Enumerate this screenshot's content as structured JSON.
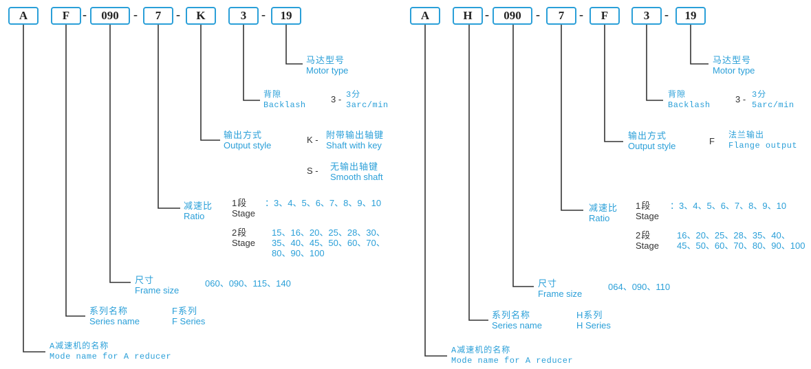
{
  "left": {
    "codes": [
      "A",
      "F",
      "090",
      "7",
      "K",
      "3",
      "19"
    ],
    "dash": "-",
    "motor": {
      "zh": "马达型号",
      "en": "Motor type"
    },
    "backlash": {
      "zh": "背隙",
      "en": "Backlash",
      "code": "3 -",
      "value_zh": "3分",
      "value_en": "3arc/min"
    },
    "output": {
      "zh": "输出方式",
      "en": "Output style",
      "options": [
        {
          "code": "K -",
          "zh": "附带输出轴键",
          "en": "Shaft with key"
        },
        {
          "code": "S -",
          "zh": "无输出轴键",
          "en": "Smooth shaft"
        }
      ]
    },
    "ratio": {
      "zh": "减速比",
      "en": "Ratio",
      "stage1": {
        "zh": "1段",
        "en": "Stage",
        "values": "：3、4、5、6、7、8、9、10"
      },
      "stage2": {
        "zh": "2段",
        "en": "Stage",
        "values": "15、16、20、25、28、30、35、40、45、50、60、70、80、90、100"
      }
    },
    "frame": {
      "zh": "尺寸",
      "en": "Frame size",
      "values": "060、090、115、140"
    },
    "series": {
      "zh": "系列名称",
      "en": "Series name",
      "value_zh": "F系列",
      "value_en": "F Series"
    },
    "model": {
      "zh": "A减速机的名称",
      "en": "Mode name for A reducer"
    }
  },
  "right": {
    "codes": [
      "A",
      "H",
      "090",
      "7",
      "F",
      "3",
      "19"
    ],
    "dash": "-",
    "motor": {
      "zh": "马达型号",
      "en": "Motor type"
    },
    "backlash": {
      "zh": "背隙",
      "en": "Backlash",
      "code": "3 -",
      "value_zh": "3分",
      "value_en": "5arc/min"
    },
    "output": {
      "zh": "输出方式",
      "en": "Output style",
      "options": [
        {
          "code": "F",
          "zh": "法兰输出",
          "en": "Flange output"
        }
      ]
    },
    "ratio": {
      "zh": "减速比",
      "en": "Ratio",
      "stage1": {
        "zh": "1段",
        "en": "Stage",
        "values": "：3、4、5、6、7、8、9、10"
      },
      "stage2": {
        "zh": "2段",
        "en": "Stage",
        "values": "16、20、25、28、35、40、45、50、60、70、80、90、100"
      }
    },
    "frame": {
      "zh": "尺寸",
      "en": "Frame size",
      "values": "064、090、110"
    },
    "series": {
      "zh": "系列名称",
      "en": "Series name",
      "value_zh": "H系列",
      "value_en": "H Series"
    },
    "model": {
      "zh": "A减速机的名称",
      "en": "Mode name for A reducer"
    }
  }
}
